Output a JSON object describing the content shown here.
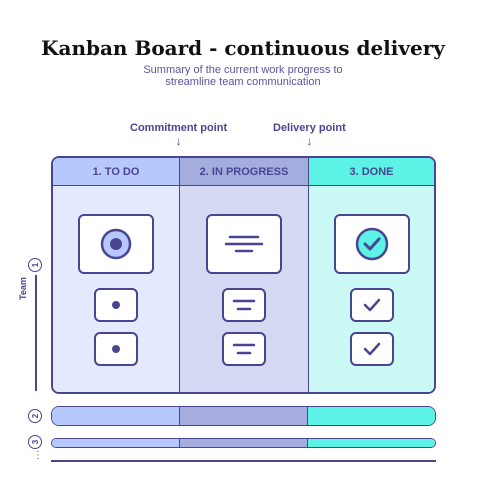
{
  "header": {
    "title": "Kanban Board - continuous delivery",
    "subtitle_line1": "Summary of the current work progress to",
    "subtitle_line2": "streamline team communication"
  },
  "points": {
    "commitment": "Commitment point",
    "delivery": "Delivery point",
    "arrow": "↓"
  },
  "columns": [
    {
      "label": "1. TO DO",
      "color": "#b7c8ff",
      "icon": "dot-icon"
    },
    {
      "label": "2. IN PROGRESS",
      "color": "#a5addf",
      "icon": "lines-icon"
    },
    {
      "label": "3. DONE",
      "color": "#5cf2e6",
      "icon": "check-circle-icon"
    }
  ],
  "teams": {
    "label": "Team",
    "numbers": [
      "1",
      "2",
      "3"
    ],
    "more": "⋮"
  },
  "colors": {
    "outline": "#4a4590",
    "todo_bg": "#e3e9ff",
    "progress_bg": "#d6d9f4",
    "done_bg": "#cbfaf6"
  }
}
